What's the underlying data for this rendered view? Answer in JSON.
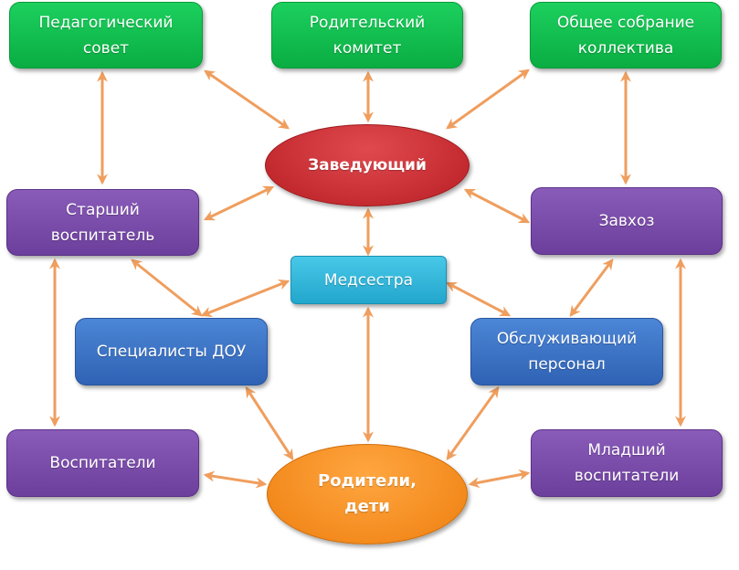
{
  "colors": {
    "arrow": "#ef9e5e",
    "green": "#0cb84a",
    "purple": "#7a4aa8",
    "blue": "#3a6fc2",
    "cyan": "#2fb5d6",
    "red": "#c8272c",
    "orange": "#f08a1e"
  },
  "nodes": {
    "ped_council": "Педагогический\nсовет",
    "parent_committee": "Родительский\nкомитет",
    "general_meeting": "Общее собрание\nколлектива",
    "head": "Заведующий",
    "senior_teacher": "Старший\nвоспитатель",
    "supply_manager": "Завхоз",
    "nurse": "Медсестра",
    "specialists": "Специалисты ДОУ",
    "service_staff": "Обслуживающий\nперсонал",
    "teachers": "Воспитатели",
    "junior_teachers": "Младший\nвоспитатели",
    "parents_children": "Родители,\nдети"
  }
}
